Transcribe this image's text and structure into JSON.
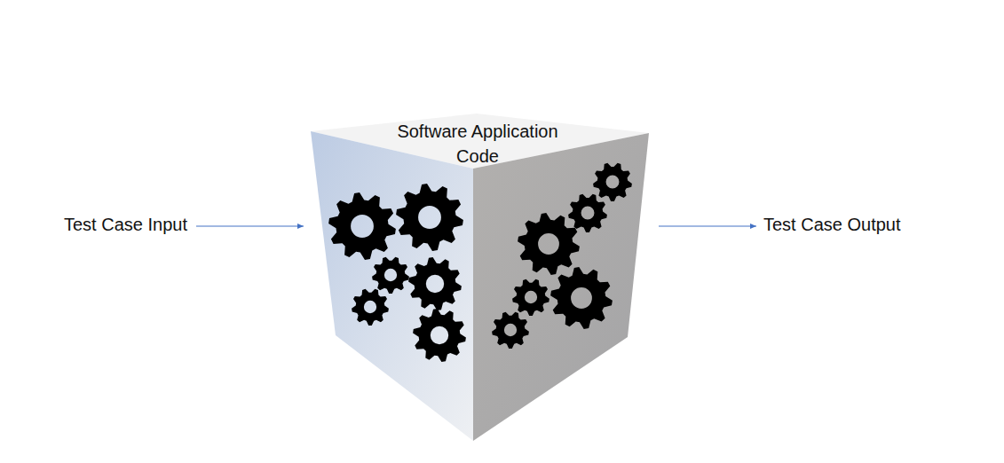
{
  "diagram": {
    "nodes": [
      {
        "text": [
          "Test Case Input"
        ]
      },
      {
        "text": [
          "Software Application Code"
        ]
      },
      {
        "text": [
          "Test Case Output"
        ]
      }
    ],
    "edges": [
      {
        "from": 0,
        "to": 1,
        "arrow": "to"
      },
      {
        "from": 1,
        "to": 2,
        "arrow": "to"
      }
    ]
  }
}
